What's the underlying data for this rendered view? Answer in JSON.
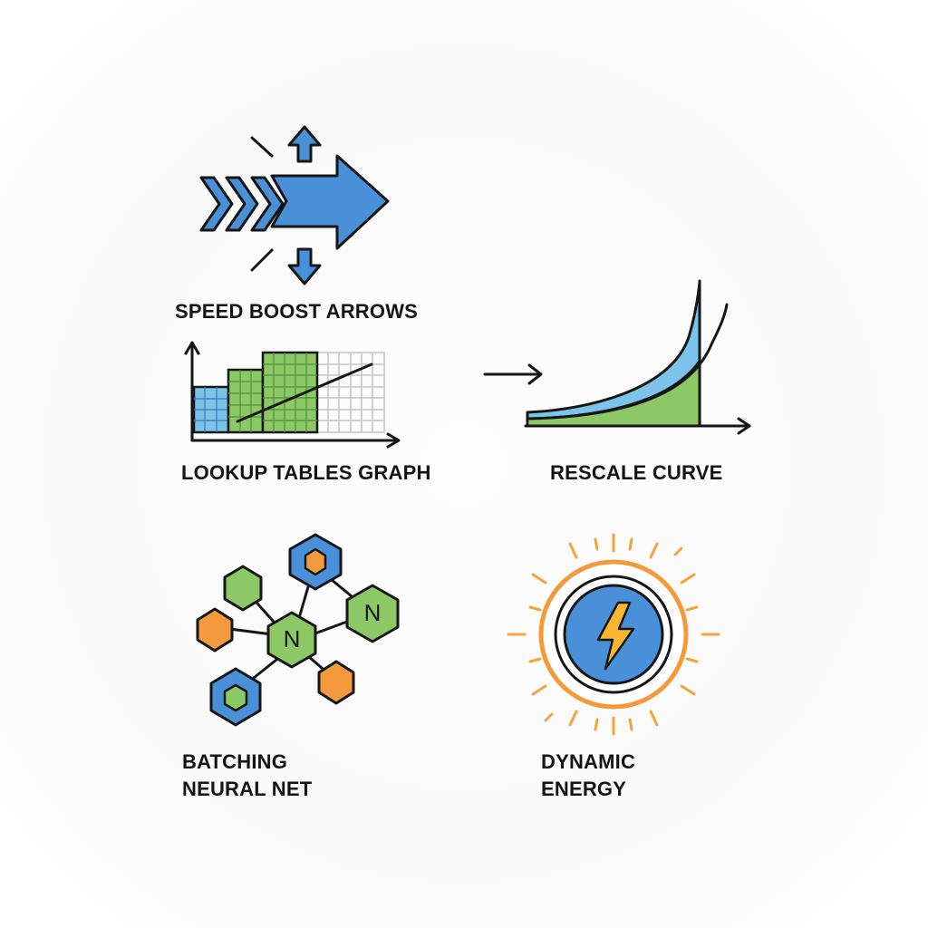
{
  "icons": [
    {
      "id": "speed",
      "name": "speed-boost-arrows-icon",
      "label_lines": [
        "SPEED BOOST ARROWS"
      ]
    },
    {
      "id": "lookup",
      "name": "lookup-tables-graph-icon",
      "label_lines": [
        "LOOKUP TABLES GRAPH"
      ]
    },
    {
      "id": "rescale",
      "name": "rescale-curve-icon",
      "label_lines": [
        "RESCALE CURVE"
      ]
    },
    {
      "id": "batching",
      "name": "batching-neural-net-icon",
      "label_lines": [
        "BATCHING",
        "NEURAL NET"
      ]
    },
    {
      "id": "energy",
      "name": "dynamic-energy-icon",
      "label_lines": [
        "DYNAMIC",
        "ENERGY"
      ]
    }
  ],
  "node_letter": "N",
  "colors": {
    "blue": "#4a90d9",
    "green": "#8cc866",
    "orange": "#f39a3c",
    "outline": "#161616",
    "light_blue": "#7cc3ea",
    "yellow": "#f7b733"
  }
}
